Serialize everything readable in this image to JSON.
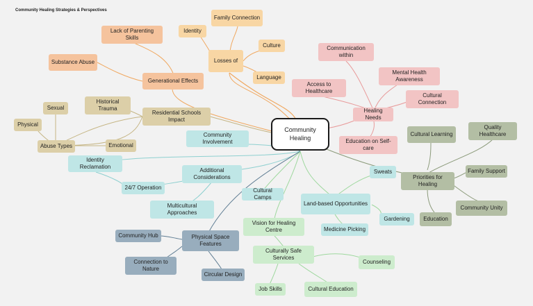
{
  "title": "Community Healing Strategies & Perspectives",
  "center": "Community Healing",
  "nodes": {
    "family_connection": "Family Connection",
    "identity": "Identity",
    "culture": "Culture",
    "losses_of": "Losses of",
    "language": "Language",
    "lack_parenting": "Lack of Parenting Skills",
    "substance_abuse": "Substance Abuse",
    "generational_effects": "Generational Effects",
    "communication_within": "Communication within",
    "mental_health": "Mental Health Awareness",
    "access_healthcare": "Access to Healthcare",
    "cultural_connection": "Cultural Connection",
    "healing_needs": "Healing Needs",
    "education_selfcare": "Education on Self-care",
    "historical_trauma": "Historical Trauma",
    "residential_schools": "Residential Schools Impact",
    "sexual": "Sexual",
    "physical": "Physical",
    "abuse_types": "Abuse Types",
    "emotional": "Emotional",
    "community_involvement": "Community Involvement",
    "identity_reclamation": "Identity Reclamation",
    "additional_considerations": "Additional Considerations",
    "operation_247": "24/7 Operation",
    "multicultural": "Multicultural Approaches",
    "cultural_learning": "Cultural Learning",
    "quality_healthcare": "Quality Healthcare",
    "family_support": "Family Support",
    "priorities": "Priorities for Healing",
    "community_unity": "Community Unity",
    "education": "Education",
    "sweats": "Sweats",
    "land_based": "Land-based Opportunities",
    "gardening": "Gardening",
    "medicine_picking": "Medicine Picking",
    "cultural_camps": "Cultural Camps",
    "vision_centre": "Vision for Healing Centre",
    "culturally_safe": "Culturally Safe Services",
    "counseling": "Counseling",
    "job_skills": "Job Skills",
    "cultural_education": "Cultural Education",
    "community_hub": "Community Hub",
    "physical_space": "Physical Space Features",
    "connection_nature": "Connection to Nature",
    "circular_design": "Circular Design"
  },
  "colors": {
    "orange": "#f5c39d",
    "pink": "#f2c4c4",
    "tan": "#dccfa8",
    "cyan": "#bfe6e6",
    "olive": "#b3bea4",
    "steel": "#98adbd",
    "green": "#cdeccd"
  }
}
